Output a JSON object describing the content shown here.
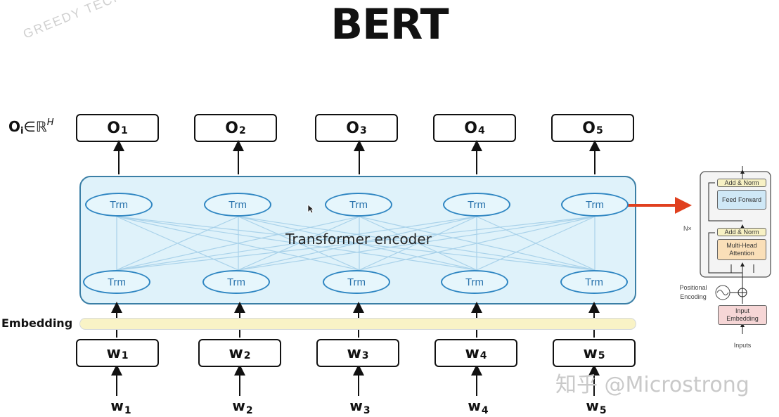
{
  "title": "BERT",
  "output_label_text": "O",
  "output_label_sub": "i",
  "output_label_rest": "∈ℝ",
  "output_label_sup": "H",
  "outputs": [
    {
      "main": "O",
      "sub": "1"
    },
    {
      "main": "O",
      "sub": "2"
    },
    {
      "main": "O",
      "sub": "3"
    },
    {
      "main": "O",
      "sub": "4"
    },
    {
      "main": "O",
      "sub": "5"
    }
  ],
  "trm_label": "Trm",
  "encoder_label": "Transformer encoder",
  "embedding_label": "Embedding",
  "word_boxes": [
    {
      "main": "w",
      "sub": "1"
    },
    {
      "main": "w",
      "sub": "2"
    },
    {
      "main": "w",
      "sub": "3"
    },
    {
      "main": "w",
      "sub": "4"
    },
    {
      "main": "w",
      "sub": "5"
    }
  ],
  "inputs": [
    {
      "main": "w",
      "sub": "1"
    },
    {
      "main": "w",
      "sub": "2"
    },
    {
      "main": "w",
      "sub": "3"
    },
    {
      "main": "w",
      "sub": "4"
    },
    {
      "main": "w",
      "sub": "5"
    }
  ],
  "transformer_mini": {
    "add_norm": "Add & Norm",
    "feed_forward": "Feed Forward",
    "multi_head": "Multi-Head Attention",
    "nx": "N×",
    "positional": "Positional Encoding",
    "input_embedding": "Input Embedding",
    "inputs": "Inputs"
  },
  "watermark": "知乎 @Microstrong",
  "watermark_corner": "GREEDY TECHNO",
  "colors": {
    "encoder_bg": "#dff2fa",
    "trm_border": "#2f86c2",
    "arrow_red": "#e0401f",
    "embedding_bar": "#f9f3c6"
  }
}
